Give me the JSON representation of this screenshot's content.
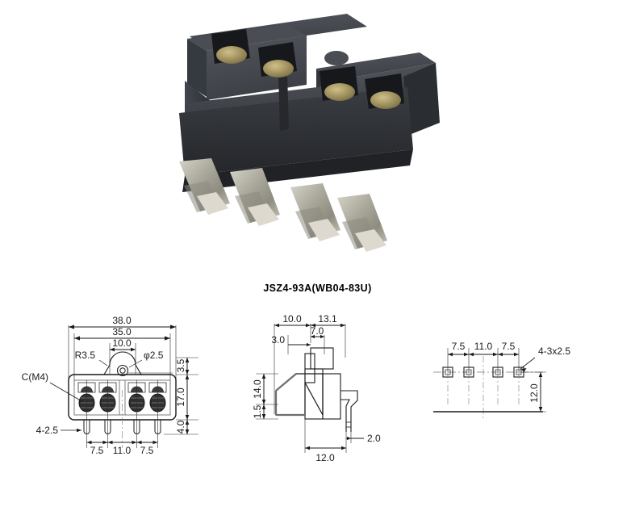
{
  "product": {
    "title": "JSZ4-93A(WB04-83U)",
    "description": "Black plastic 4-pole terminal block connector with screw terminals and metal blade pins",
    "body_color": "#3a3d42",
    "pin_color": "#b9b8ae",
    "screw_color": "#9a8a55",
    "terminal_count": 4,
    "pin_count": 4
  },
  "drawings": {
    "front_view": {
      "name": "front-view",
      "dimensions": {
        "overall_width": "38.0",
        "body_width": "35.0",
        "mount_width": "10.0",
        "corner_radius": "R3.5",
        "hole_diameter": "φ2.5",
        "top_height": "3.5",
        "body_height": "17.0",
        "pin_height": "4.0",
        "pin_note": "4-2.5",
        "pitch_left": "7.5",
        "pitch_center": "11.0",
        "pitch_right": "7.5",
        "screw_label": "C(M4)"
      }
    },
    "side_view": {
      "name": "side-view",
      "dimensions": {
        "front_depth": "10.0",
        "rear_depth": "13.1",
        "tab_offset": "3.0",
        "tab_width": "7.0",
        "body_height": "14.0",
        "base_height": "1.5",
        "pin_offset": "12.0",
        "pin_width": "2.0"
      }
    },
    "pin_layout_view": {
      "name": "pin-layout-view",
      "dimensions": {
        "pitch_left": "7.5",
        "pitch_center": "11.0",
        "pitch_right": "7.5",
        "pin_spec": "4-3x2.5",
        "pin_depth": "12.0"
      }
    }
  },
  "colors": {
    "line": "#1a1a1a",
    "dim_line": "#2b2b2b",
    "hatch": "#6e6e6e",
    "background": "#ffffff"
  }
}
